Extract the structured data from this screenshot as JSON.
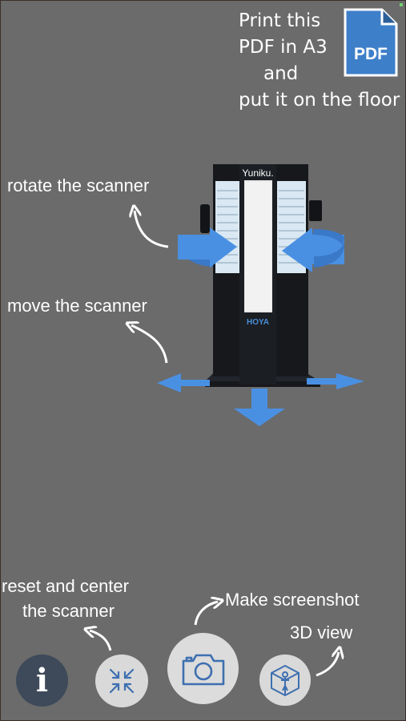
{
  "pdf_hint": {
    "lines": [
      "Print this",
      "PDF in A3",
      "and",
      "put it on the floor"
    ],
    "icon_label": "PDF"
  },
  "labels": {
    "rotate": "rotate the scanner",
    "move": "move the scanner",
    "reset_line1": "reset and center",
    "reset_line2": "the scanner",
    "screenshot": "Make screenshot",
    "view3d": "3D view"
  },
  "scanner": {
    "brand_top": "Yuniku.",
    "brand_bottom": "HOYA"
  },
  "buttons": {
    "info_glyph": "i"
  },
  "colors": {
    "background": "#6b6b6b",
    "arrow_blue": "#4a90e2",
    "button_light": "#d9d9d9",
    "button_dark": "#3e4a5a",
    "icon_blue": "#3e6fb0"
  },
  "icons": [
    "pdf-icon",
    "info-icon",
    "collapse-arrows-icon",
    "camera-icon",
    "cube-3d-icon"
  ]
}
